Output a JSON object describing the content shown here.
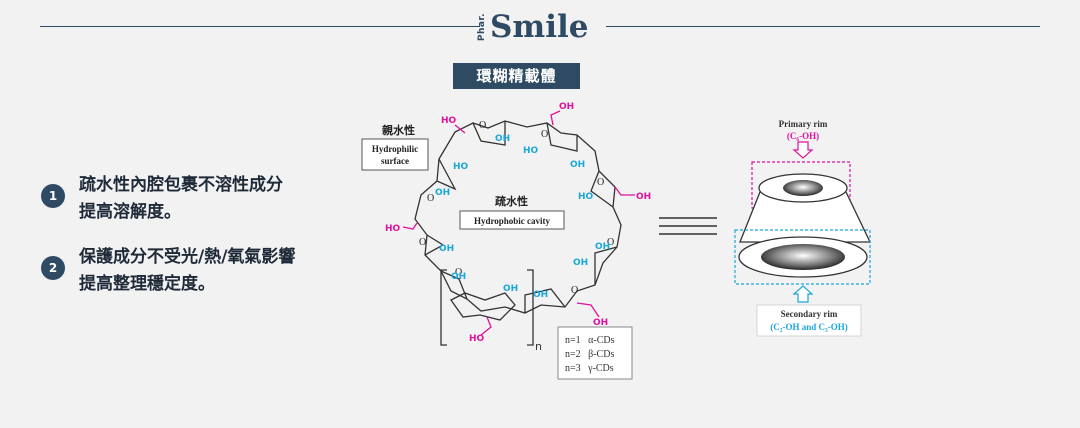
{
  "header": {
    "logo_small": "Phar.",
    "logo_big": "Smile"
  },
  "title": "環糊精載體",
  "points": [
    {
      "num": "1",
      "line1": "疏水性內腔包裹不溶性成分",
      "line2": "提高溶解度。"
    },
    {
      "num": "2",
      "line1": "保護成分不受光/熱/氧氣影響",
      "line2": "提高整理穩定度。"
    }
  ],
  "diagram": {
    "hydrophilic_cn": "親水性",
    "hydrophilic_en_1": "Hydrophilic",
    "hydrophilic_en_2": "surface",
    "hydrophobic_cn": "疏水性",
    "hydrophobic_en": "Hydrophobic cavity",
    "oh": "OH",
    "ho": "HO",
    "subscript_n": "n",
    "ring_atom": "O",
    "legend": [
      "n=1   α-CDs",
      "n=2   β-CDs",
      "n=3   γ-CDs"
    ]
  },
  "cone": {
    "primary_1": "Primary rim",
    "primary_2": "(C₆-OH)",
    "secondary_1": "Secondary rim",
    "secondary_2": "(C₂-OH and C₃-OH)"
  },
  "colors": {
    "brand": "#2f4a63",
    "magenta": "#e0119e",
    "cyan": "#1aa7d9"
  }
}
